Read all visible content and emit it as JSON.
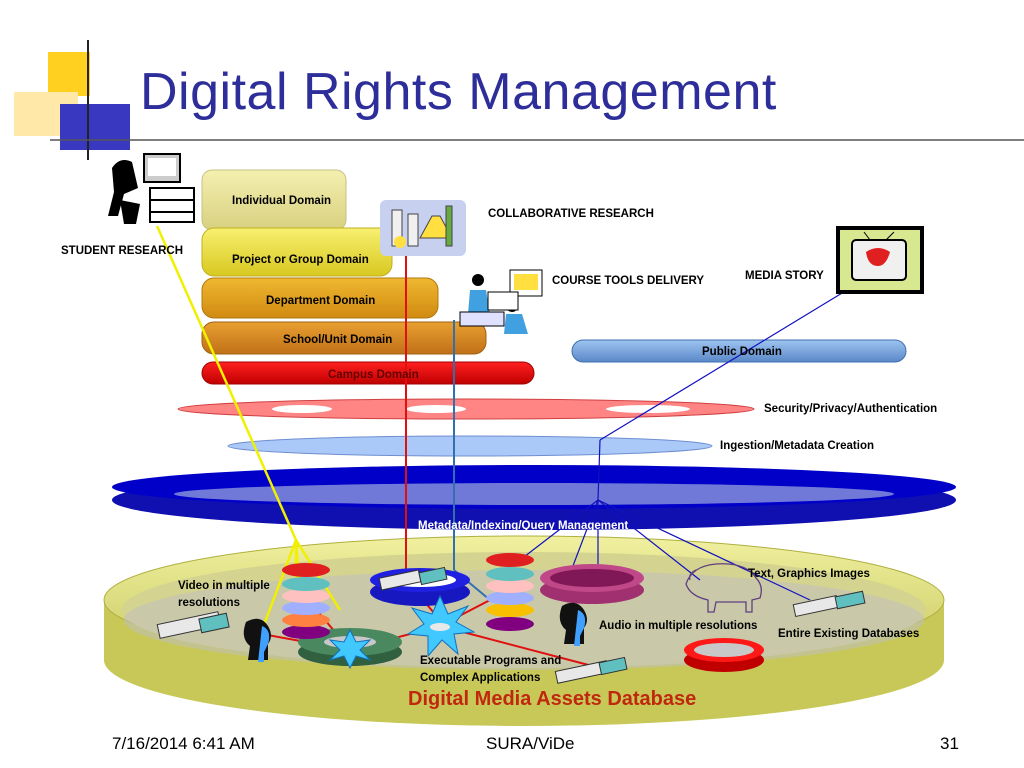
{
  "title": "Digital Rights Management",
  "stack_domains": [
    "Individual Domain",
    "Project or Group  Domain",
    "Department Domain",
    "School/Unit Domain",
    "Campus Domain"
  ],
  "public_domain": "Public Domain",
  "layers": {
    "security": "Security/Privacy/Authentication",
    "ingestion": "Ingestion/Metadata Creation",
    "metadata": "Metadata/Indexing/Query Management"
  },
  "users": {
    "student": "STUDENT RESEARCH",
    "collaborative": "COLLABORATIVE RESEARCH",
    "course": "COURSE TOOLS DELIVERY",
    "media": "MEDIA STORY"
  },
  "assets": {
    "video_line1": "Video in multiple",
    "video_line2": "resolutions",
    "text_graphics": "Text, Graphics Images",
    "audio": "Audio in multiple resolutions",
    "databases": "Entire Existing Databases",
    "exec_line1": "Executable Programs and",
    "exec_line2": "Complex Applications",
    "database_title": "Digital Media Assets Database"
  },
  "footer": {
    "date": "7/16/2014 6:41 AM",
    "center": "SURA/ViDe",
    "page": "31"
  },
  "colors": {
    "title": "#2e2e9a",
    "database_title": "#c0280e",
    "metadata_band": "#0a0ab0",
    "security_band": "#ff8080",
    "ingestion_band": "#aac8f8"
  }
}
